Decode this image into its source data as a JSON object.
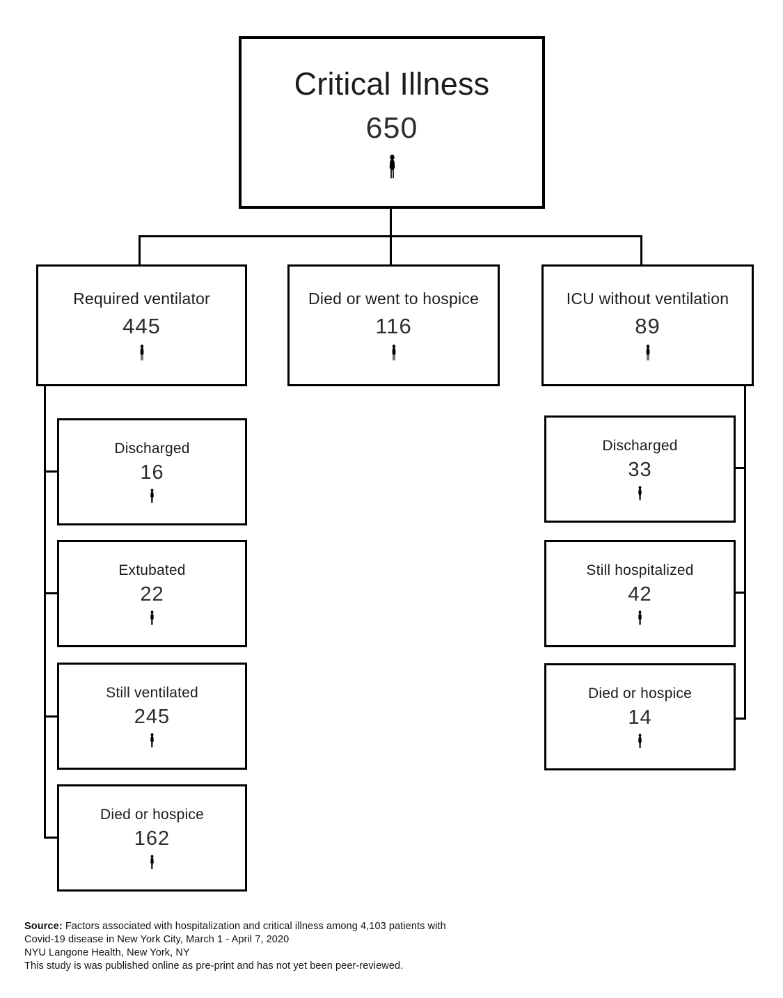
{
  "palette": {
    "background": "#ffffff",
    "line": "#000000",
    "text": "#1c1c1c",
    "value_text": "#2d2d2d"
  },
  "diagram": {
    "root": {
      "label": "Critical Illness",
      "value": "650"
    },
    "level2": [
      {
        "label": "Required ventilator",
        "value": "445"
      },
      {
        "label": "Died or went to hospice",
        "value": "116"
      },
      {
        "label": "ICU without ventilation",
        "value": "89"
      }
    ],
    "ventilator_outcomes": [
      {
        "label": "Discharged",
        "value": "16"
      },
      {
        "label": "Extubated",
        "value": "22"
      },
      {
        "label": "Still ventilated",
        "value": "245"
      },
      {
        "label": "Died or hospice",
        "value": "162"
      }
    ],
    "icu_outcomes": [
      {
        "label": "Discharged",
        "value": "33"
      },
      {
        "label": "Still hospitalized",
        "value": "42"
      },
      {
        "label": "Died or hospice",
        "value": "14"
      }
    ]
  },
  "icons": {
    "person": "person-icon"
  },
  "footer": {
    "source_label": "Source:",
    "line1_rest": " Factors associated with hospitalization and critical illness among 4,103 patients with",
    "line2": "Covid-19 disease in New York City, March 1 - April 7, 2020",
    "line3": "NYU Langone Health, New York, NY",
    "line4": "This study is was published online as pre-print and has not yet been peer-reviewed."
  }
}
